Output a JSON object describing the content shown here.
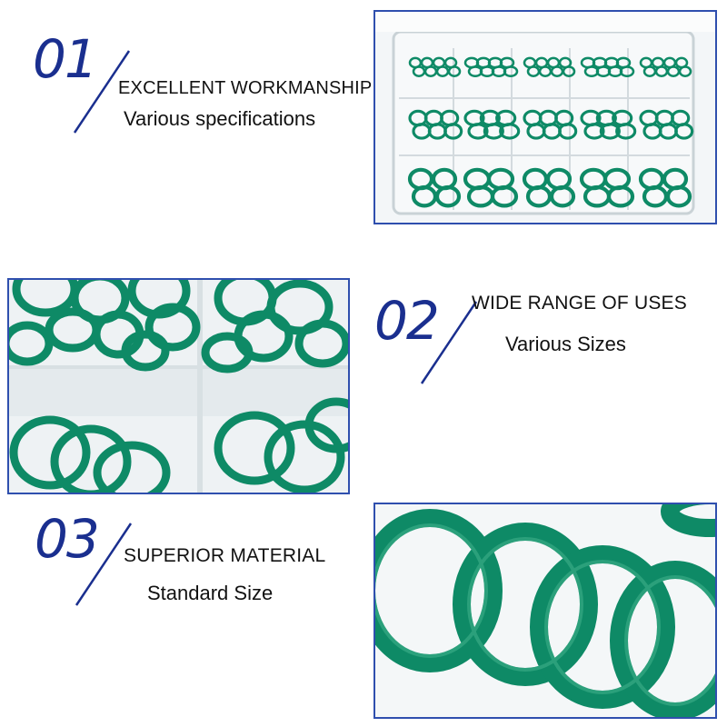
{
  "sections": [
    {
      "number": "01",
      "heading": "EXCELLENT WORKMANSHIP",
      "subheading": "Various specifications"
    },
    {
      "number": "02",
      "heading": "WIDE RANGE OF USES",
      "subheading": "Various Sizes"
    },
    {
      "number": "03",
      "heading": "SUPERIOR MATERIAL",
      "subheading": "Standard Size"
    }
  ],
  "colors": {
    "accent": "#1a2f8f",
    "frame": "#2f4fae",
    "ring": "#0e8a66"
  }
}
